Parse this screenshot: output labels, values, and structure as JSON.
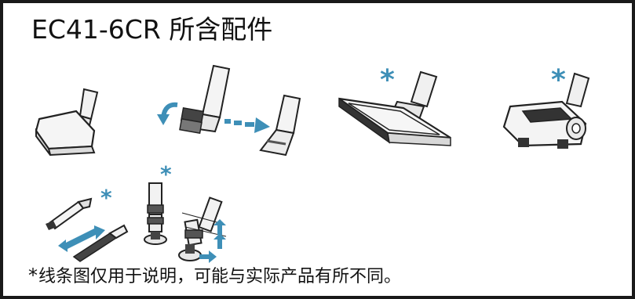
{
  "header": {
    "title": "EC41-6CR 所含配件"
  },
  "footnote": {
    "mark": "*",
    "text": "线条图仅用于说明，可能与实际产品有所不同。"
  },
  "accessories": [
    {
      "name": "crevice-nozzle",
      "optional": false
    },
    {
      "name": "2-in-1-dusting-brush",
      "optional": false
    },
    {
      "name": "hard-floor-nozzle",
      "optional": true
    },
    {
      "name": "turbo-brush",
      "optional": true
    },
    {
      "name": "flexible-crevice-nozzle",
      "optional": true
    },
    {
      "name": "adjustable-tube-nozzle",
      "optional": true
    }
  ],
  "colors": {
    "accent": "#3e8fb7",
    "border": "#1a1a1a"
  }
}
